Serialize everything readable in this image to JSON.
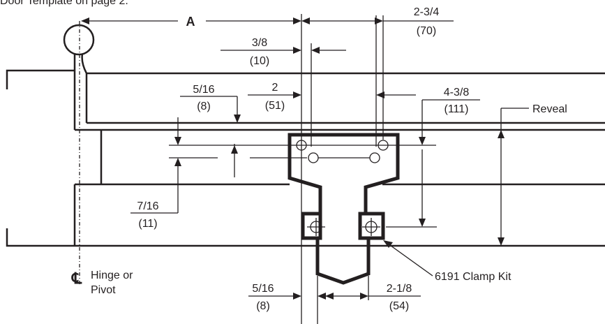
{
  "caption": "Door Template on page 2.",
  "dims": {
    "a": "A",
    "d1_in": "2-3/4",
    "d1_mm": "(70)",
    "d2_in": "3/8",
    "d2_mm": "(10)",
    "d3_in": "5/16",
    "d3_mm": "(8)",
    "d4_in": "2",
    "d4_mm": "(51)",
    "d5_in": "4-3/8",
    "d5_mm": "(111)",
    "d6_in": "7/16",
    "d6_mm": "(11)",
    "d7_in": "5/16",
    "d7_mm": "(8)",
    "d8_in": "2-1/8",
    "d8_mm": "(54)"
  },
  "labels": {
    "reveal": "Reveal",
    "cl_symbol": "℄",
    "hinge_line1": "Hinge or",
    "hinge_line2": "Pivot",
    "clamp_kit": "6191 Clamp Kit"
  }
}
